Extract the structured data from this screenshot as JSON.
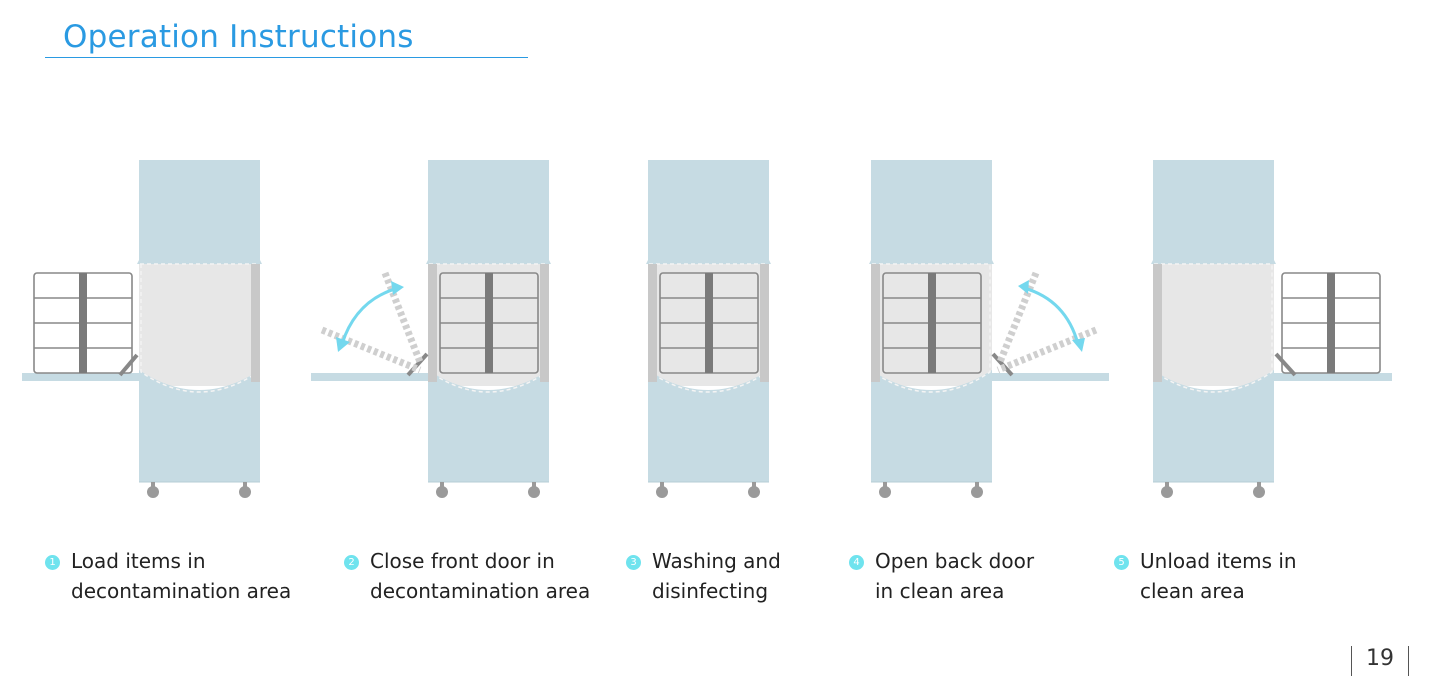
{
  "header": {
    "title": "Operation Instructions"
  },
  "colors": {
    "accent": "#2a9ae2",
    "machine_body": "#c6dbe3",
    "chamber": "#e6e6e6",
    "arrow": "#74d8ee",
    "step_badge": "#6fe3ee"
  },
  "steps": [
    {
      "number": "1",
      "text": "Load items in\ndecontamination area"
    },
    {
      "number": "2",
      "text": "Close front door in\ndecontamination area"
    },
    {
      "number": "3",
      "text": "Washing and\ndisinfecting"
    },
    {
      "number": "4",
      "text": "Open back door\nin clean area"
    },
    {
      "number": "5",
      "text": "Unload items in\nclean area"
    }
  ],
  "footer": {
    "page_number": "19"
  }
}
